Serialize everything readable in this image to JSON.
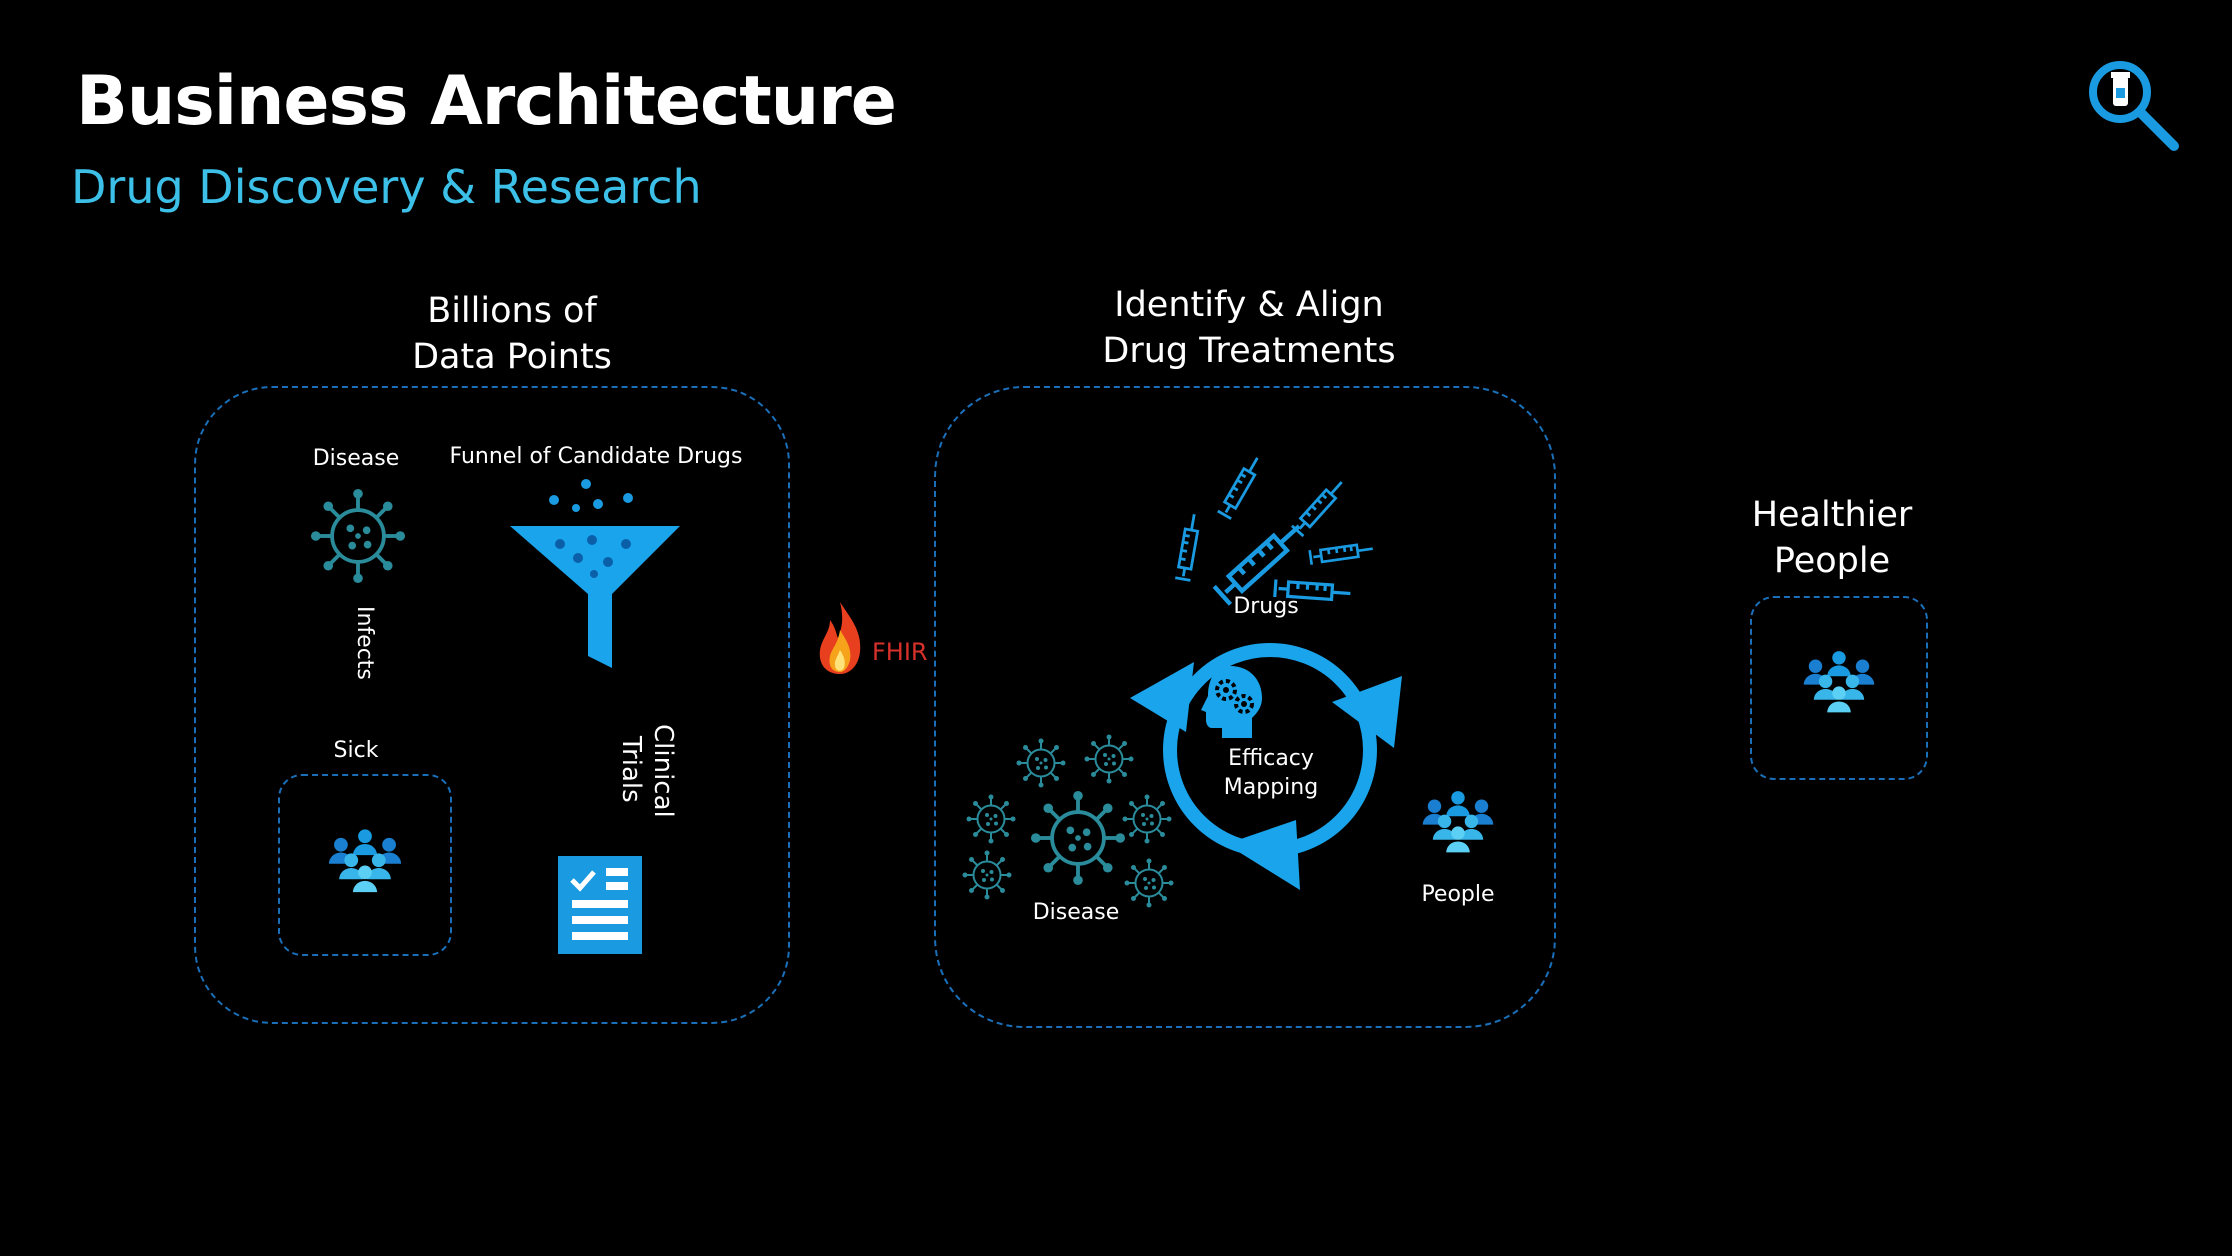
{
  "header": {
    "title": "Business Architecture",
    "subtitle": "Drug Discovery & Research"
  },
  "left_panel": {
    "heading_line1": "Billions of",
    "heading_line2": "Data Points",
    "disease_label": "Disease",
    "funnel_label": "Funnel of Candidate Drugs",
    "infects_label": "Infects",
    "sick_label": "Sick",
    "clinical_line1": "Clinical",
    "clinical_line2": "Trials"
  },
  "connector": {
    "fhir_label": "FHIR"
  },
  "middle_panel": {
    "heading_line1": "Identify & Align",
    "heading_line2": "Drug Treatments",
    "drugs_label": "Drugs",
    "efficacy_line1": "Efficacy",
    "efficacy_line2": "Mapping",
    "disease_label": "Disease",
    "people_label": "People"
  },
  "right_panel": {
    "heading_line1": "Healthier",
    "heading_line2": "People"
  },
  "icons": {
    "corner": "magnifier-vial-icon",
    "virus": "virus-icon",
    "funnel": "funnel-icon",
    "people": "people-group-icon",
    "checklist": "checklist-icon",
    "syringe": "syringe-icon",
    "head": "head-gears-icon",
    "flame": "flame-icon"
  },
  "colors": {
    "background": "#000000",
    "accent": "#3cc0e8",
    "blue": "#1a9ae0",
    "dash": "#1a6fb8",
    "virus": "#2a8b9a",
    "fhir": "#d8302a"
  }
}
